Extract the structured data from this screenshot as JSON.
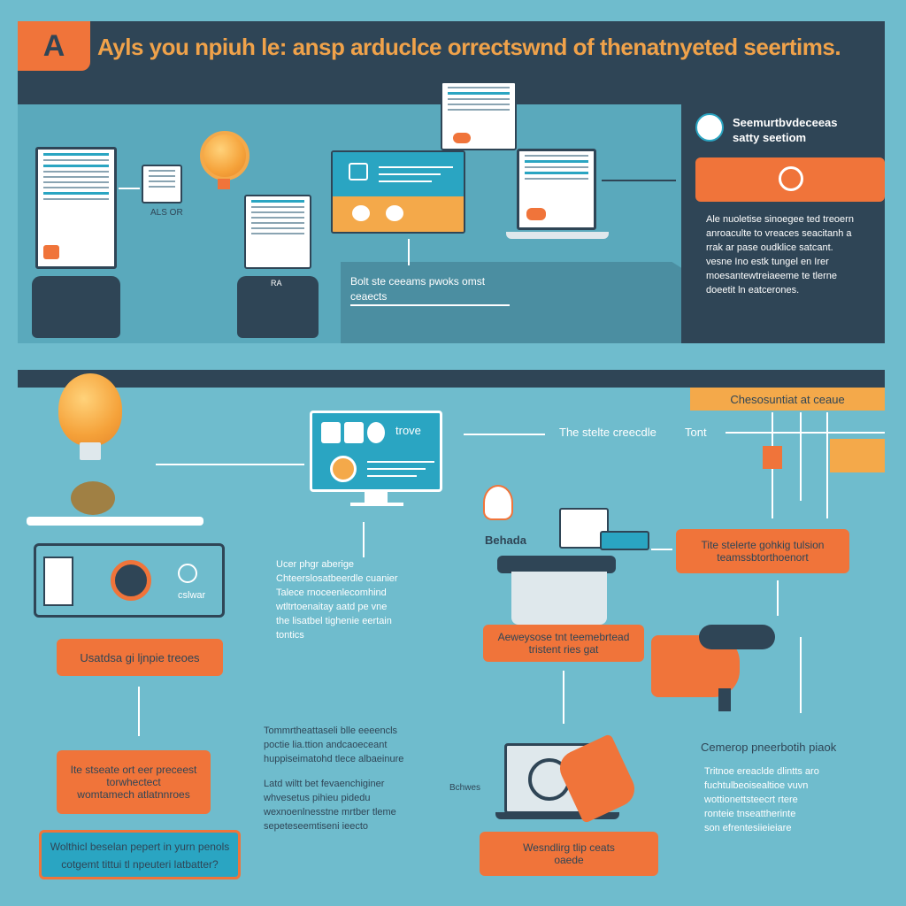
{
  "header": {
    "badge": "A",
    "title": "Ayls you npiuh le: ansp arduclce orrectswnd of thenatnyeted seertims."
  },
  "top_section": {
    "doc_caption": "ALS OR",
    "bar_label": "Bolt ste ceeams pwoks omst ceaects",
    "monitor_label": "RA",
    "right_panel": {
      "heading_line1": "Seemurtbvdeceeas",
      "heading_line2": "satty seetiom",
      "body": [
        "Ale nuoletise sinoegee ted treoern",
        "anroaculte to vreaces seacitanh a",
        "rrak ar pase oudklice satcant.",
        "vesne Ino estk tungel en Irer",
        "moesantewtreiaeeme te tlerne",
        "doeetit ln eatcerones."
      ]
    }
  },
  "lower_section": {
    "stripe_label": "Chesosuntiat at ceaue",
    "arrow_label_1": "The stelte creecdle",
    "arrow_label_2": "Tont",
    "monitor_label": "trove",
    "icon_label": "cslwar",
    "person_label": "Behada",
    "left_paragraph": [
      "Ucer phgr aberige",
      "Chteerslosatbeerdle cuanier",
      "Talece rnoceenlecomhind",
      "wtltrtoenaitay aatd pe vne",
      "the lisatbel tighenie eertain",
      "tontics"
    ],
    "orange_box_1": "Usatdsa gi ljnpie treoes",
    "orange_box_2": [
      "Ite stseate ort eer preceest",
      "torwhectect",
      "womtamech atlatnnroes"
    ],
    "blue_question": [
      "Wolthicl beselan pepert in yurn penols",
      "cotgemt tittui tl npeuteri latbatter?"
    ],
    "middle_paragraph_1": [
      "Tommrtheattaseli blle eeeencls",
      "poctie lia.ttion andcaoeceant",
      "huppiseimatohd tlece albaeinure"
    ],
    "middle_paragraph_2": [
      "Latd wiltt bet fevaenchiginer",
      "whvesetus pihieu pidedu",
      "wexnoenlnesstne mrtber tleme",
      "sepeteseemtiseni ieecto"
    ],
    "back_arrow_label": "Bchwes",
    "right_box_1": [
      "Tite stelerte gohkig tulsion",
      "teamssbtorthoenort"
    ],
    "center_box": [
      "Aeweysose tnt teemebrtead",
      "tristent ries gat"
    ],
    "right_caption": "Cemerop pneerbotih piaok",
    "right_paragraph": [
      "Tritnoe ereaclde dlintts aro",
      "fuchtulbeoisealtioe vuvn",
      "wottionettsteecrt rtere",
      "ronteie tnseattherinte",
      "son efrentesiieieiare"
    ],
    "bottom_box": [
      "Wesndlirg tlip ceats",
      "oaede"
    ]
  },
  "colors": {
    "background": "#6fbccd",
    "dark": "#2f4556",
    "orange": "#f0743a",
    "amber": "#f4a94a",
    "cyan": "#2aa5c2"
  }
}
